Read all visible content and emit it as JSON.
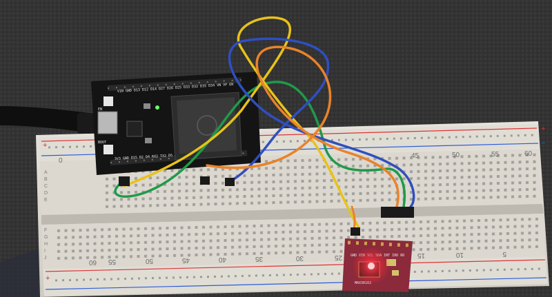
{
  "scene": {
    "esp32_board": {
      "header_labels_top": "VIN GND D13 D12 D14 D27 D26 D25 D33 D32 D35 D34 VN VP EN",
      "header_labels_bottom": "3V3 GND D15 D2 D4 RX2 TX2 D5 D18 D19 D21 RX0 TX0 D22 D23",
      "button_en": "EN",
      "button_boot": "BOOT"
    },
    "breadboard": {
      "upper_numbers": [
        "0",
        "45",
        "50",
        "55",
        "60"
      ],
      "lower_numbers": [
        "60",
        "55",
        "50",
        "45",
        "40",
        "35",
        "30",
        "25",
        "15",
        "10",
        "5"
      ],
      "row_letters_top": [
        "A",
        "B",
        "C",
        "D",
        "E"
      ],
      "row_letters_bottom": [
        "F",
        "G",
        "H",
        "I",
        "J"
      ],
      "rail_plus": "+",
      "rail_minus": "−"
    },
    "sensor_module": {
      "pin_labels": "GND VIN SCL SDA INT IRD RD",
      "chip_label": "MAX30102"
    },
    "colors": {
      "wire_yellow": "#e8c21a",
      "wire_blue": "#2f4fc0",
      "wire_orange": "#e8832a",
      "wire_green": "#1f9a4a",
      "board_black": "#141414",
      "sensor_pcb": "#8a2a3a",
      "led_red": "#ff2a3a",
      "fabric": "#4a4a4a"
    }
  }
}
